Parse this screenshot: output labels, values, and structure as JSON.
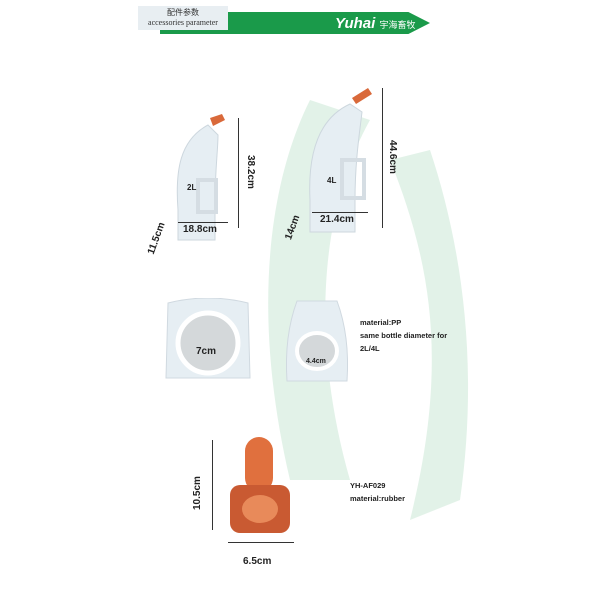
{
  "header": {
    "title_cn": "配件参数",
    "title_en": "accessories parameter",
    "brand": "Yuhai",
    "brand_cn": "宇海畜牧"
  },
  "bottle_2l": {
    "volume": "2L",
    "height": "38.2cm",
    "width": "18.8cm",
    "base": "11.5cm"
  },
  "bottle_4l": {
    "volume": "4L",
    "height": "44.6cm",
    "width": "21.4cm",
    "base": "14cm"
  },
  "caps": {
    "cap_diameter": "7cm",
    "neck_diameter": "4.4cm",
    "notes": [
      "material:PP",
      "same bottle diameter for",
      "2L/4L"
    ]
  },
  "teat": {
    "height": "10.5cm",
    "width": "6.5cm",
    "model": "YH-AF029",
    "material": "material:rubber"
  },
  "colors": {
    "green": "#1a9a4a",
    "orange": "#d9693a",
    "bottle": "#e6eef3"
  }
}
